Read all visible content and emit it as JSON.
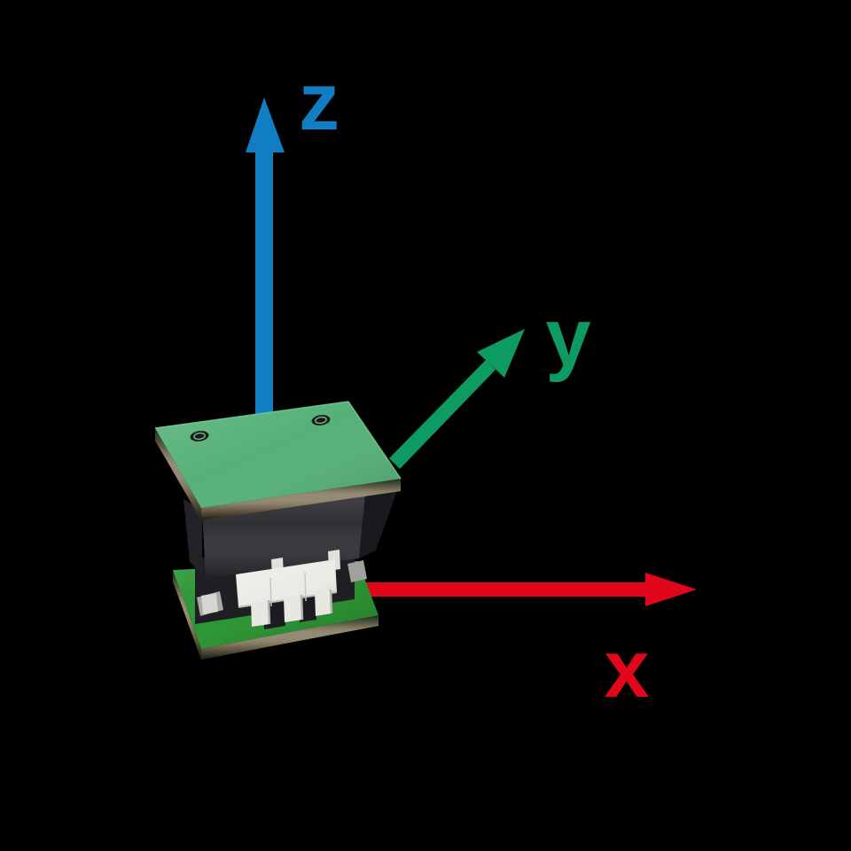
{
  "scene": {
    "background_color": "#000000"
  },
  "axes": {
    "x": {
      "label": "x",
      "color": "#e2061a"
    },
    "y": {
      "label": "y",
      "color": "#0e9b62"
    },
    "z": {
      "label": "z",
      "color": "#0f7ec2"
    }
  },
  "device": {
    "name": "pcb-module",
    "top_pcb_color": "#55b177",
    "bottom_pcb_color": "#2f9a36",
    "body_color": "#2e2e33",
    "connector_color": "#eceae5",
    "pcb_edge_color": "#8d8068"
  }
}
